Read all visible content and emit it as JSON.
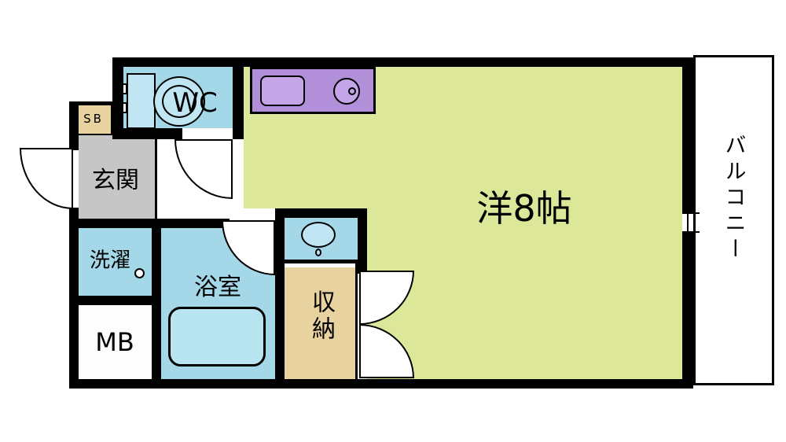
{
  "rooms": {
    "main": {
      "label": "洋8帖"
    },
    "balcony": {
      "label": "バルコニー"
    },
    "wc": {
      "label": "WC"
    },
    "entrance": {
      "label": "玄関"
    },
    "shoe_box": {
      "label": "SB"
    },
    "laundry": {
      "label": "洗濯"
    },
    "meter_box": {
      "label": "MB"
    },
    "bathroom": {
      "label": "浴室"
    },
    "closet": {
      "label": "収納"
    }
  },
  "colors": {
    "wall": "#000000",
    "main_room": "#dde79a",
    "wet_area": "#a4d8e8",
    "kitchen_counter": "#b28fd9",
    "entrance_gray": "#c6c6c6",
    "storage_beige": "#e8d2a0",
    "background": "#ffffff"
  }
}
